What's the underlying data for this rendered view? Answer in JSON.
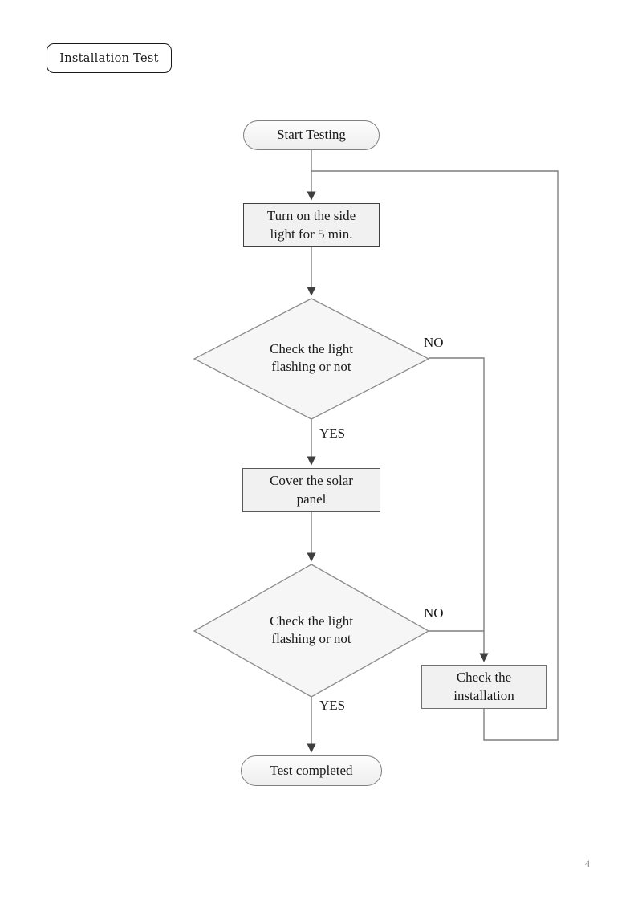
{
  "header": {
    "label": "Installation Test"
  },
  "flowchart": {
    "nodes": {
      "start": {
        "label": "Start Testing"
      },
      "turn_on_light": {
        "label": [
          "Turn on the side",
          "light for 5 min."
        ]
      },
      "check_light_1": {
        "label": [
          "Check the light",
          "flashing or not"
        ]
      },
      "cover_panel": {
        "label": [
          "Cover the solar",
          "panel"
        ]
      },
      "check_light_2": {
        "label": [
          "Check the light",
          "flashing or not"
        ]
      },
      "check_installation": {
        "label": [
          "Check the",
          "installation"
        ]
      },
      "test_completed": {
        "label": "Test completed"
      }
    },
    "edge_labels": {
      "check1_no": "NO",
      "check1_yes": "YES",
      "check2_no": "NO",
      "check2_yes": "YES"
    },
    "colors": {
      "connector": "#7f7f7f",
      "arrowhead": "#3f3f3f",
      "process_fill": "#f1f1f1",
      "decision_fill": "#f6f6f6",
      "process_border_dark": "#404040",
      "shape_border": "#8c8c8c",
      "text": "#1a1a1a",
      "page_number_color": "#8c8c8c"
    }
  },
  "document": {
    "page_number": "4"
  }
}
